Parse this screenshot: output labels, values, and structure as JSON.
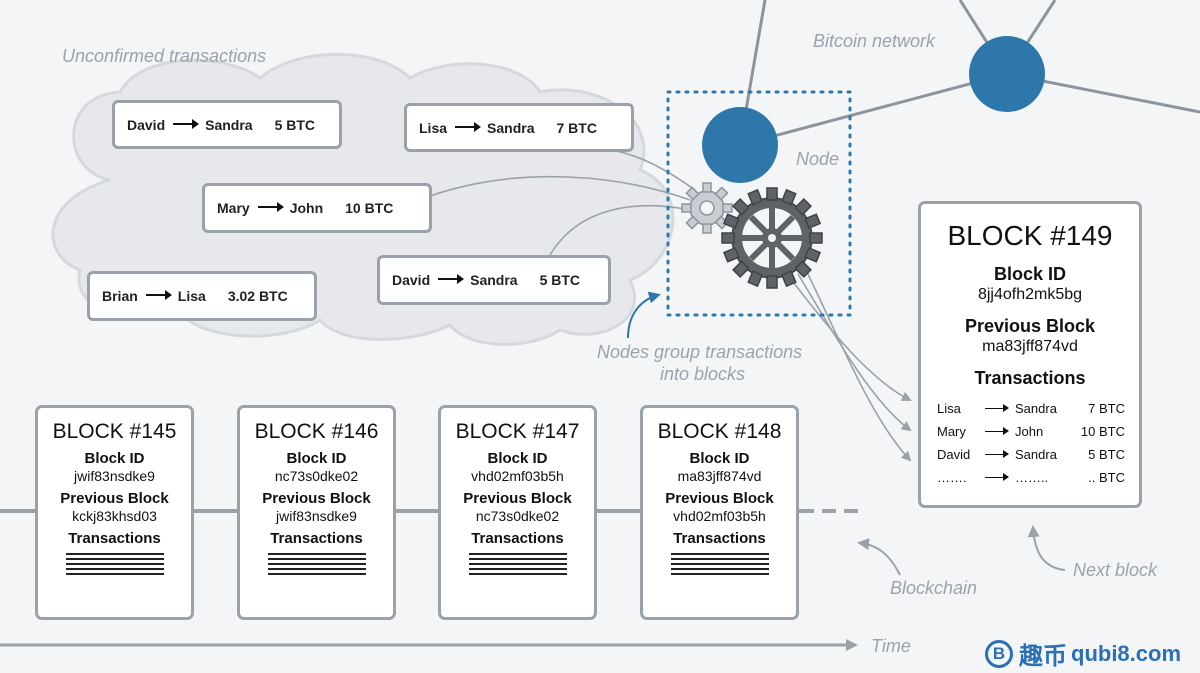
{
  "labels": {
    "unconfirmed": "Unconfirmed transactions",
    "network": "Bitcoin network",
    "node": "Node",
    "group_line1": "Nodes group transactions",
    "group_line2": "into blocks",
    "blockchain": "Blockchain",
    "next_block": "Next block",
    "time": "Time"
  },
  "pending_transactions": [
    {
      "from": "David",
      "to": "Sandra",
      "amount": "5 BTC"
    },
    {
      "from": "Lisa",
      "to": "Sandra",
      "amount": "7 BTC"
    },
    {
      "from": "Mary",
      "to": "John",
      "amount": "10  BTC"
    },
    {
      "from": "David",
      "to": "Sandra",
      "amount": "5 BTC"
    },
    {
      "from": "Brian",
      "to": "Lisa",
      "amount": "3.02 BTC"
    }
  ],
  "block_labels": {
    "id": "Block ID",
    "prev": "Previous Block",
    "tx": "Transactions"
  },
  "chain": [
    {
      "title": "BLOCK #145",
      "id": "jwif83nsdke9",
      "prev": "kckj83khsd03"
    },
    {
      "title": "BLOCK #146",
      "id": "nc73s0dke02",
      "prev": "jwif83nsdke9"
    },
    {
      "title": "BLOCK #147",
      "id": "vhd02mf03b5h",
      "prev": "nc73s0dke02"
    },
    {
      "title": "BLOCK #148",
      "id": "ma83jff874vd",
      "prev": "vhd02mf03b5h"
    }
  ],
  "next_block": {
    "title": "BLOCK #149",
    "id": "8jj4ofh2mk5bg",
    "prev": "ma83jff874vd",
    "transactions": [
      {
        "from": "Lisa",
        "to": "Sandra",
        "amount": "7 BTC"
      },
      {
        "from": "Mary",
        "to": "John",
        "amount": "10 BTC"
      },
      {
        "from": "David",
        "to": "Sandra",
        "amount": "5 BTC"
      },
      {
        "from": "…….",
        "to": "……..",
        "amount": ".. BTC"
      }
    ]
  },
  "watermark": {
    "icon": "B",
    "cn": "趣币",
    "domain": "qubi8.com"
  },
  "colors": {
    "node": "#2e77ab",
    "border": "#9aa1a9",
    "background": "#f4f5f7",
    "gear": "#5f6368"
  }
}
